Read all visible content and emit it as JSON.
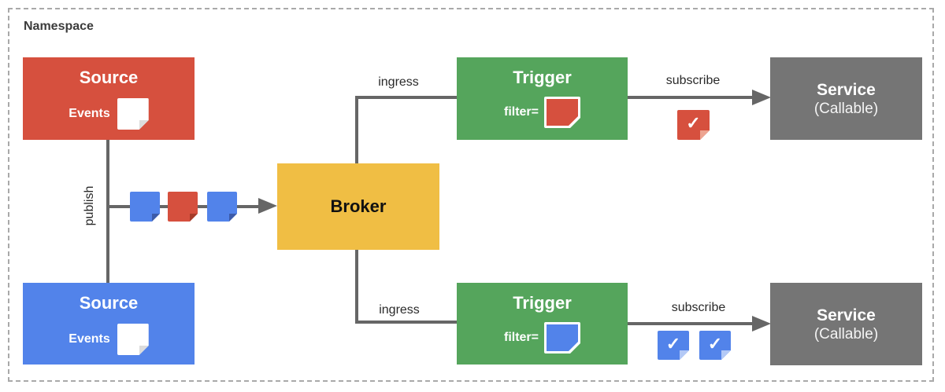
{
  "namespace": {
    "label": "Namespace"
  },
  "colors": {
    "red": "#d6503e",
    "blue": "#5283ea",
    "green": "#55a55c",
    "yellow": "#f0be44",
    "gray": "#757575",
    "white": "#ffffff",
    "line": "#666666",
    "fold_white": "#dcdcdc",
    "fold_red_dark": "#a63b29",
    "fold_blue_dark": "#3c5ba9",
    "fold_red_light": "#eda491",
    "fold_blue_light": "#b3c9f6"
  },
  "nodes": {
    "source_top": {
      "title": "Source",
      "events_label": "Events"
    },
    "source_bottom": {
      "title": "Source",
      "events_label": "Events"
    },
    "broker": {
      "title": "Broker"
    },
    "trigger_top": {
      "title": "Trigger",
      "filter_label": "filter="
    },
    "trigger_bottom": {
      "title": "Trigger",
      "filter_label": "filter="
    },
    "service_top": {
      "title": "Service",
      "subtitle": "(Callable)"
    },
    "service_bottom": {
      "title": "Service",
      "subtitle": "(Callable)"
    }
  },
  "edges": {
    "publish": {
      "label": "publish"
    },
    "ingress_top": {
      "label": "ingress"
    },
    "ingress_bottom": {
      "label": "ingress"
    },
    "subscribe_top": {
      "label": "subscribe"
    },
    "subscribe_bottom": {
      "label": "subscribe"
    }
  },
  "icons": {
    "check_glyph": "✓"
  }
}
